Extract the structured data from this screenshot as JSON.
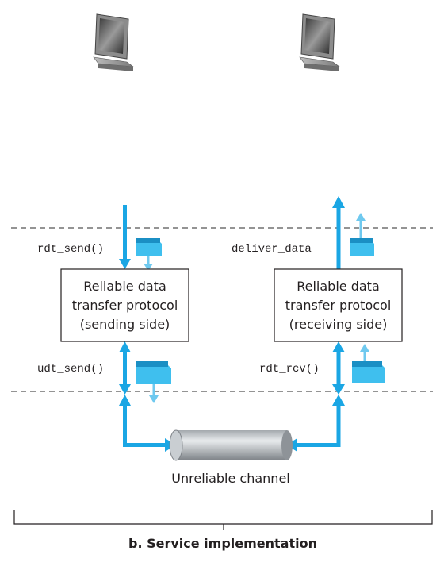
{
  "sender": {
    "call_above": "rdt_send()",
    "call_below": "udt_send()",
    "box_lines": [
      "Reliable data",
      "transfer protocol",
      "(sending side)"
    ]
  },
  "receiver": {
    "call_above": "deliver_data",
    "call_below": "rdt_rcv()",
    "box_lines": [
      "Reliable data",
      "transfer protocol",
      "(receiving side)"
    ]
  },
  "channel": {
    "label": "Unreliable channel"
  },
  "caption": "b. Service implementation",
  "colors": {
    "arrow": "#1aa6e4",
    "packet": "#3fbfee",
    "packet_dark": "#1b8fc4",
    "light_arrow": "#6fc9ef",
    "dashed": "#555555",
    "box_border": "#231f20"
  },
  "icons": [
    "computer-icon",
    "computer-icon",
    "packet-icon",
    "cylinder-icon"
  ]
}
